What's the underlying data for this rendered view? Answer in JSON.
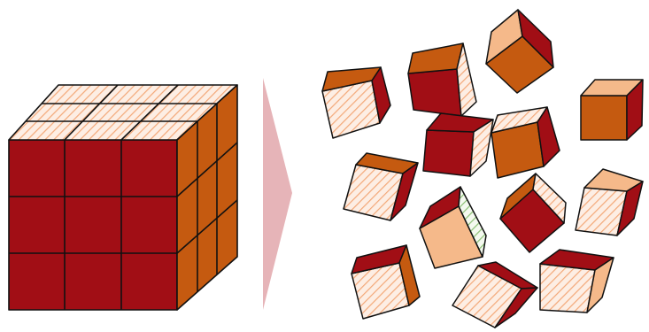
{
  "diagram": {
    "kind": "illustration",
    "colors": {
      "front_red": "#a10e15",
      "side_orange": "#c55a10",
      "light_peach": "#f5b98a",
      "hatch_bg": "#fdeee4",
      "hatch_line": "#f3a878",
      "green_hatch": "#8cc075",
      "arrow_pink": "#e6b4b8",
      "outline": "#111111"
    },
    "assembled_cube": {
      "grid": 3,
      "faces": {
        "front": "front_red",
        "top": "hatch",
        "right": "side_orange"
      }
    },
    "arrow": {
      "direction": "right",
      "color": "arrow_pink"
    },
    "scattered_cubes": [
      {
        "id": "c01",
        "faces": [
          "hatch",
          "side_orange",
          "front_red"
        ]
      },
      {
        "id": "c02",
        "faces": [
          "front_red",
          "side_orange",
          "hatch"
        ]
      },
      {
        "id": "c03",
        "faces": [
          "side_orange",
          "light_peach",
          "front_red"
        ]
      },
      {
        "id": "c04",
        "faces": [
          "side_orange",
          "light_peach",
          "front_red"
        ]
      },
      {
        "id": "c05",
        "faces": [
          "front_red",
          "front_red",
          "hatch"
        ]
      },
      {
        "id": "c06",
        "faces": [
          "side_orange",
          "hatch",
          "front_red"
        ]
      },
      {
        "id": "c07",
        "faces": [
          "hatch",
          "side_orange",
          "front_red"
        ]
      },
      {
        "id": "c08",
        "faces": [
          "light_peach",
          "front_red",
          "green_hatch"
        ]
      },
      {
        "id": "c09",
        "faces": [
          "front_red",
          "side_orange",
          "hatch"
        ]
      },
      {
        "id": "c10",
        "faces": [
          "hatch",
          "light_peach",
          "front_red"
        ]
      },
      {
        "id": "c11",
        "faces": [
          "hatch",
          "front_red",
          "side_orange"
        ]
      },
      {
        "id": "c12",
        "faces": [
          "hatch",
          "front_red",
          "front_red"
        ]
      },
      {
        "id": "c13",
        "faces": [
          "hatch",
          "front_red",
          "light_peach"
        ]
      }
    ]
  }
}
